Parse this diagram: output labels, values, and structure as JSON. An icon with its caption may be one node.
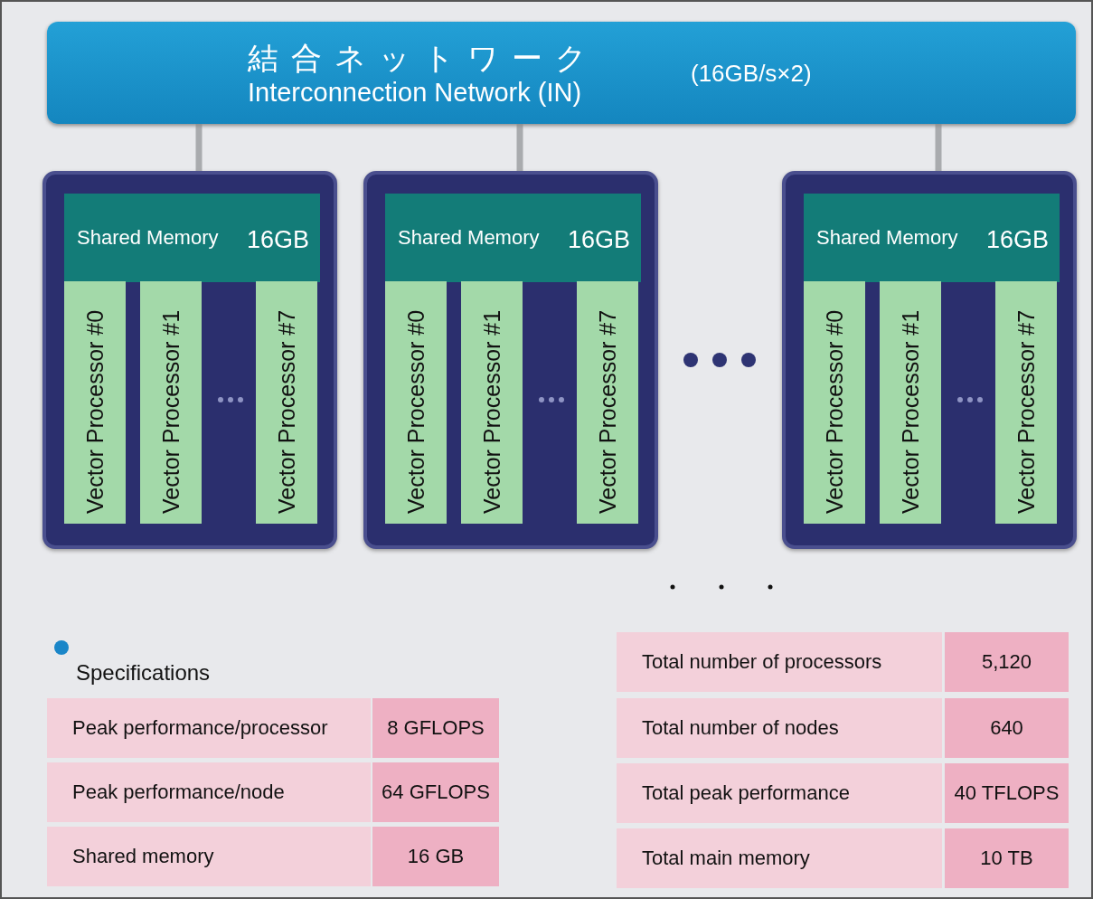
{
  "diagram": {
    "nodes": [
      {
        "text": [
          "結合ネットワーク",
          "Interconnection Network (IN)",
          "(16GB/s×2)"
        ]
      },
      {
        "text": [],
        "shape": "box"
      },
      {
        "text": [
          "Shared Memory",
          "16GB"
        ],
        "in": 1
      },
      {
        "text": [
          "Vector Processor #0"
        ],
        "in": 1
      },
      {
        "text": [
          "Vector Processor #1"
        ],
        "in": 1
      },
      {
        "text": [
          "Vector Processor #7"
        ],
        "in": 1
      },
      {
        "text": [],
        "shape": "box"
      },
      {
        "text": [
          "Shared Memory",
          "16GB"
        ],
        "in": 6
      },
      {
        "text": [
          "Vector Processor #0"
        ],
        "in": 6
      },
      {
        "text": [
          "Vector Processor #1"
        ],
        "in": 6
      },
      {
        "text": [
          "Vector Processor #7"
        ],
        "in": 6
      },
      {
        "text": [],
        "shape": "box"
      },
      {
        "text": [
          "Shared Memory",
          "16GB"
        ],
        "in": 11
      },
      {
        "text": [
          "Vector Processor #0"
        ],
        "in": 11
      },
      {
        "text": [
          "Vector Processor #1"
        ],
        "in": 11
      },
      {
        "text": [
          "Vector Processor #7"
        ],
        "in": 11
      }
    ],
    "edges": [
      {
        "from": 0,
        "to": 1,
        "arrow": "none"
      },
      {
        "from": 0,
        "to": 6,
        "arrow": "none"
      },
      {
        "from": 0,
        "to": 11,
        "arrow": "none"
      }
    ],
    "labels": [
      "Specifications",
      "Peak performance/processor",
      "8 GFLOPS",
      "Peak performance/node",
      "64 GFLOPS",
      "Shared memory",
      "16 GB",
      "Total number of processors",
      "5,120",
      "Total number of nodes",
      "640",
      "Total peak performance",
      "40 TFLOPS",
      "Total main memory",
      "10 TB"
    ]
  }
}
